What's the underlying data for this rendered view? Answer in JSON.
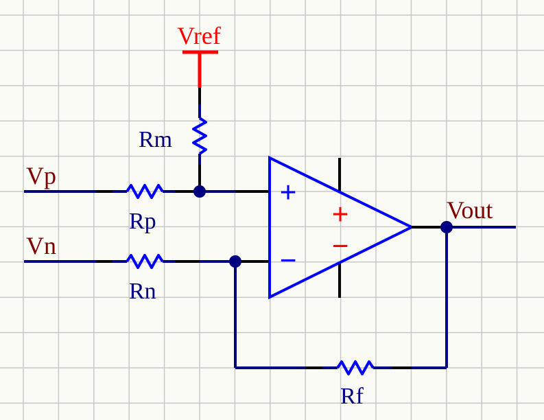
{
  "colors": {
    "grid": "#c8c8c8",
    "background": "#fbfbf5",
    "wire": "#000080",
    "pin": "#000000",
    "body": "#0000ff",
    "power": "#ff0000",
    "net_label": "#800000",
    "ref_label": "#000080",
    "polarity_symbol": "#ff0000"
  },
  "net_labels": {
    "vref": "Vref",
    "vp": "Vp",
    "vn": "Vn",
    "vout": "Vout"
  },
  "resistors": {
    "rm": "Rm",
    "rp": "Rp",
    "rn": "Rn",
    "rf": "Rf"
  },
  "opamp": {
    "input_plus": "+",
    "input_minus": "−",
    "supply_plus": "+",
    "supply_minus": "−"
  }
}
